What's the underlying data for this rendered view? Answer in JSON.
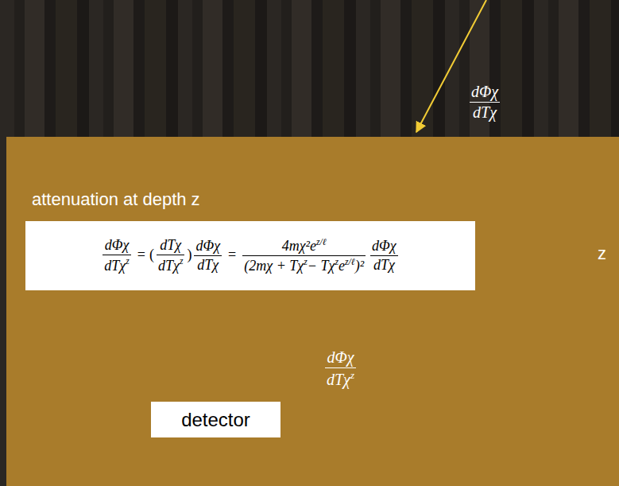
{
  "diagram": {
    "nodes": [
      {
        "text": [
          "attenuation at depth z"
        ]
      },
      {
        "text": [
          "dΦχ",
          "dTχ",
          "z",
          "=",
          "(",
          "dTχ",
          "dTχ",
          "z",
          ")",
          "dΦχ",
          "dTχ",
          "=",
          "4mχ²e",
          "z/ℓ",
          "(2mχ + Tχ",
          "z",
          "− Tχ",
          "z",
          "e",
          "z/ℓ",
          ")²",
          "dΦχ",
          "dTχ"
        ],
        "in": 0
      },
      {
        "text": [
          "detector"
        ],
        "in": 0
      }
    ],
    "labels": [
      "dΦχ",
      "dTχ",
      "z",
      "dΦχ",
      "dTχ",
      "z"
    ]
  }
}
